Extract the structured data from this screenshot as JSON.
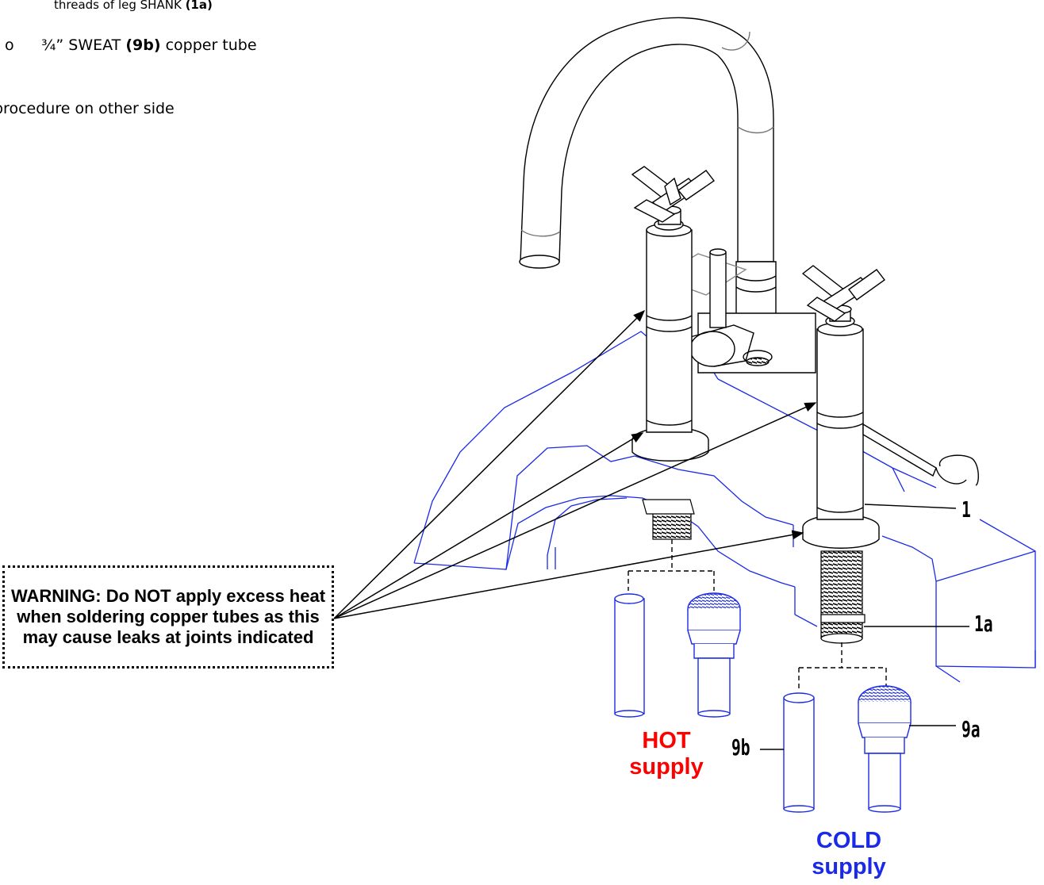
{
  "instructions": {
    "line1_prefix": "threads of leg SHANK ",
    "line1_bold": "(1a)",
    "line2_bullet": "o",
    "line2_prefix": "¾” SWEAT ",
    "line2_bold": "(9b)",
    "line2_suffix": " copper tube",
    "line3": "procedure on other side"
  },
  "warning": {
    "text": "WARNING: Do NOT apply excess heat when soldering copper tubes as this may cause leaks at joints indicated"
  },
  "supplies": {
    "hot": {
      "line1": "HOT",
      "line2": "supply",
      "color": "#ff0000"
    },
    "cold": {
      "line1": "COLD",
      "line2": "supply",
      "color": "#1a2ae8"
    }
  },
  "part_labels": {
    "leg": "1",
    "shank": "1a",
    "adapter": "9a",
    "tube": "9b"
  },
  "colors": {
    "drawing": "#000000",
    "fixture_outline": "#1a2ae8",
    "hot_text": "#ff0000",
    "cold_text": "#1a2ae8"
  }
}
